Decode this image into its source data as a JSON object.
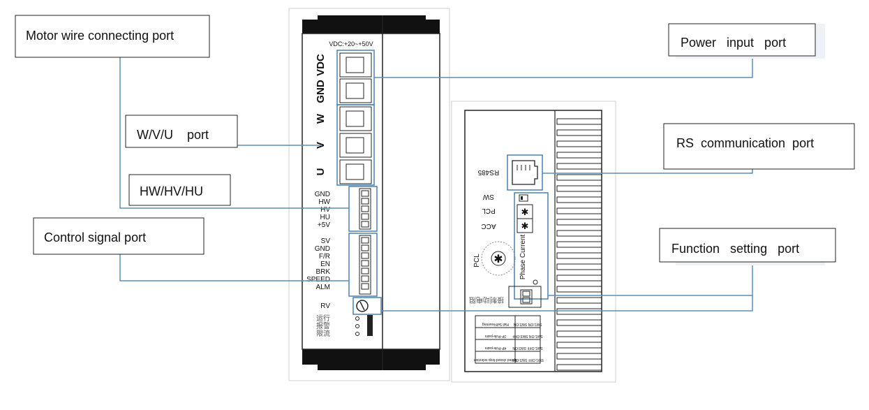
{
  "callouts": {
    "motor": "Motor wire connecting port",
    "wvu": "W/V/U    port",
    "hall": "HW/HV/HU",
    "control": "Control signal port",
    "power": "Power   input   port",
    "rs": "RS  communication  port",
    "function": "Function   setting   port"
  },
  "driver": {
    "voltage": "VDC:+20~+50V",
    "power_terminals": [
      "VDC",
      "GND"
    ],
    "motor_terminals": [
      "W",
      "V",
      "U"
    ],
    "hall_pins": [
      "GND",
      "HW",
      "HV",
      "HU",
      "+5V"
    ],
    "control_pins": [
      "SV",
      "GND",
      "F/R",
      "EN",
      "BRK",
      "SPEED",
      "ALM"
    ],
    "rv": "RV",
    "indicators": [
      "运行",
      "报警",
      "限流"
    ]
  },
  "side_panel": {
    "rs485": "RS485",
    "sw": "SW",
    "pcl": "PCL",
    "acc": "ACC",
    "pcl_dial": "PCL",
    "phase_current": "Phase Current",
    "mirrored_cn": "接制动电阻",
    "table_rows": [
      [
        "Hall Self-learning",
        "SW1:ON SW2:ON"
      ],
      [
        "2P-Pole-pairs",
        "SW1:ON SW2:OFF"
      ],
      [
        "4P-Pole-pairs",
        "SW1:OFF SW2:ON"
      ],
      [
        "Speed closed-loop selection",
        "SW1:OFF SW2:OFF"
      ]
    ]
  },
  "colors": {
    "leader": "#5a8fb8",
    "outline": "#222222",
    "highlight": "#4a80b0"
  }
}
